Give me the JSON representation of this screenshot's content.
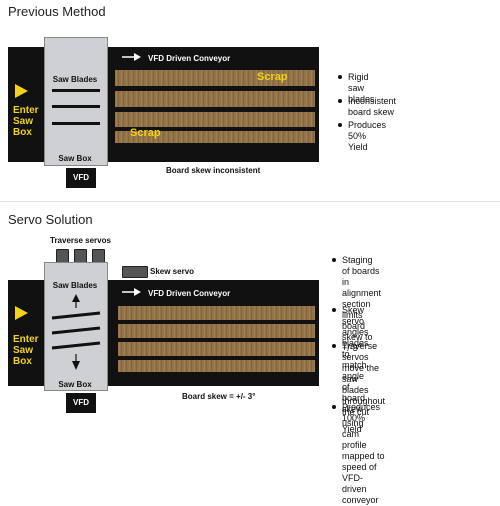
{
  "previous": {
    "title": "Previous Method",
    "conveyor_label": "VFD Driven Conveyor",
    "saw_blades_label": "Saw Blades",
    "saw_box_label": "Saw Box",
    "enter_label_1": "Enter",
    "enter_label_2": "Saw",
    "enter_label_3": "Box",
    "scrap_1": "Scrap",
    "scrap_2": "Scrap",
    "vfd_label": "VFD",
    "skew_caption": "Board skew inconsistent",
    "bullets": [
      "Rigid saw blades",
      "Inconsistent board skew",
      "Produces 50% Yield"
    ]
  },
  "servo": {
    "title": "Servo Solution",
    "traverse_label": "Traverse servos",
    "skew_servo_label": "Skew servo",
    "conveyor_label": "VFD Driven Conveyor",
    "saw_blades_label": "Saw Blades",
    "saw_box_label": "Saw Box",
    "enter_label_1": "Enter",
    "enter_label_2": "Saw",
    "enter_label_3": "Box",
    "vfd_label": "VFD",
    "skew_caption": "Board skew = +/- 3°",
    "bullets": [
      [
        "Staging of boards in alignment",
        "section limits board skew to",
        "+/-3°"
      ],
      [
        "Skew servo angles blades to",
        "match angle of board skew"
      ],
      [
        "Traverse servos move the saw",
        "blades throughout the cut using",
        "cam profile mapped to speed of",
        "VFD-driven conveyor"
      ],
      [
        "Produces 100% Yield"
      ]
    ]
  },
  "colors": {
    "accent_yellow": "#f2d21c",
    "band": "#111111",
    "box": "#cfd0d3",
    "board": "#9a7a4d"
  }
}
